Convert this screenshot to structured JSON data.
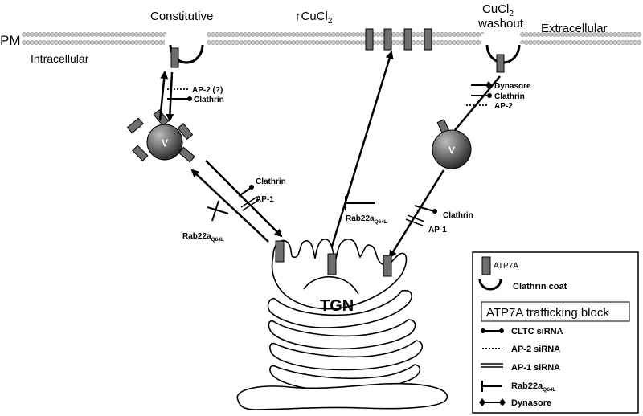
{
  "labels": {
    "pm": "PM",
    "constitutive": "Constitutive",
    "cucl2_up": "↑CuCl",
    "cucl2_up_sub": "2",
    "cucl2_washout_top": "CuCl",
    "cucl2_washout_sub": "2",
    "washout": "washout",
    "extracellular": "Extracellular",
    "intracellular": "Intracellular",
    "tgn": "TGN",
    "vesicle": "V"
  },
  "blocks": {
    "left_ap2": "AP-2 (?)",
    "left_clathrin": "Clathrin",
    "right_dynasore": "Dynasore",
    "right_clathrin": "Clathrin",
    "right_ap2": "AP-2",
    "mid_clathrin": "Clathrin",
    "mid_ap1": "AP-1",
    "mid_rab": "Rab22a",
    "mid_rab_sub": "Q64L",
    "center_rab": "Rab22a",
    "center_rab_sub": "Q64L",
    "lower_clathrin": "Clathrin",
    "lower_ap1": "AP-1"
  },
  "legend": {
    "atp7a": "ATP7A",
    "clathrin_coat": "Clathrin coat",
    "block_title": "ATP7A trafficking block",
    "cltc": "CLTC siRNA",
    "ap2": "AP-2 siRNA",
    "ap1": "AP-1 siRNA",
    "rab": "Rab22a",
    "rab_sub": "Q64L",
    "dynasore": "Dynasore"
  },
  "colors": {
    "membrane_head": "#c9c9c9",
    "protein": "#6e6e6e",
    "vesicle": "#555555"
  }
}
